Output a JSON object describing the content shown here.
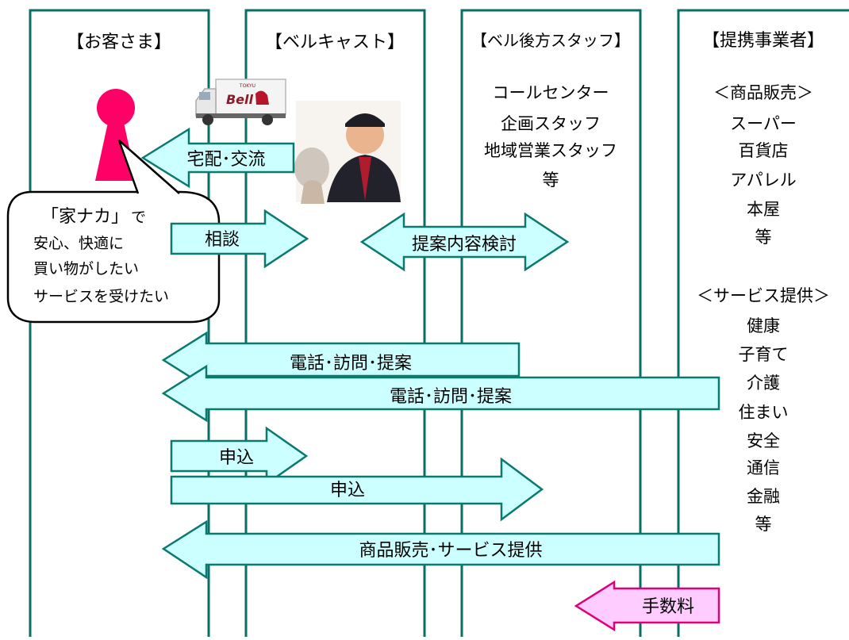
{
  "lanes": {
    "customer": {
      "title": "【お客さま】"
    },
    "bellcast": {
      "title": "【ベルキャスト】"
    },
    "staff": {
      "title": "【ベル後方スタッフ】",
      "items": [
        "コールセンター",
        "企画スタッフ",
        "地域営業スタッフ",
        "等"
      ]
    },
    "partners": {
      "title": "【提携事業者】",
      "goods_heading": "＜商品販売＞",
      "goods": [
        "スーパー",
        "百貨店",
        "アパレル",
        "本屋",
        "等"
      ],
      "services_heading": "＜サービス提供＞",
      "services": [
        "健康",
        "子育て",
        "介護",
        "住まい",
        "安全",
        "通信",
        "金融",
        "等"
      ]
    }
  },
  "truck": {
    "logo_top": "TOKYU",
    "logo": "Bell"
  },
  "bubble": {
    "line1_a": "「家ナカ」",
    "line1_b": "で",
    "line2": "安心、快適に",
    "line3": "買い物がしたい",
    "line4": "サービスを受けたい"
  },
  "arrows": {
    "delivery": "宅配･交流",
    "consult": "相談",
    "proposal_review": "提案内容検討",
    "call_visit_1": "電話･訪問･提案",
    "call_visit_2": "電話･訪問･提案",
    "apply_1": "申込",
    "apply_2": "申込",
    "sales_service": "商品販売･サービス提供",
    "fee": "手数料"
  },
  "colors": {
    "lane_border": "#0a6e64",
    "arrow_fill": "#ccffff",
    "arrow_border": "#0a7a6e",
    "fee_fill": "#ffccff",
    "fee_border": "#e0007a",
    "person": "#ff0066"
  },
  "icons": [
    "person-icon",
    "delivery-truck-icon",
    "staff-photo-icon"
  ]
}
